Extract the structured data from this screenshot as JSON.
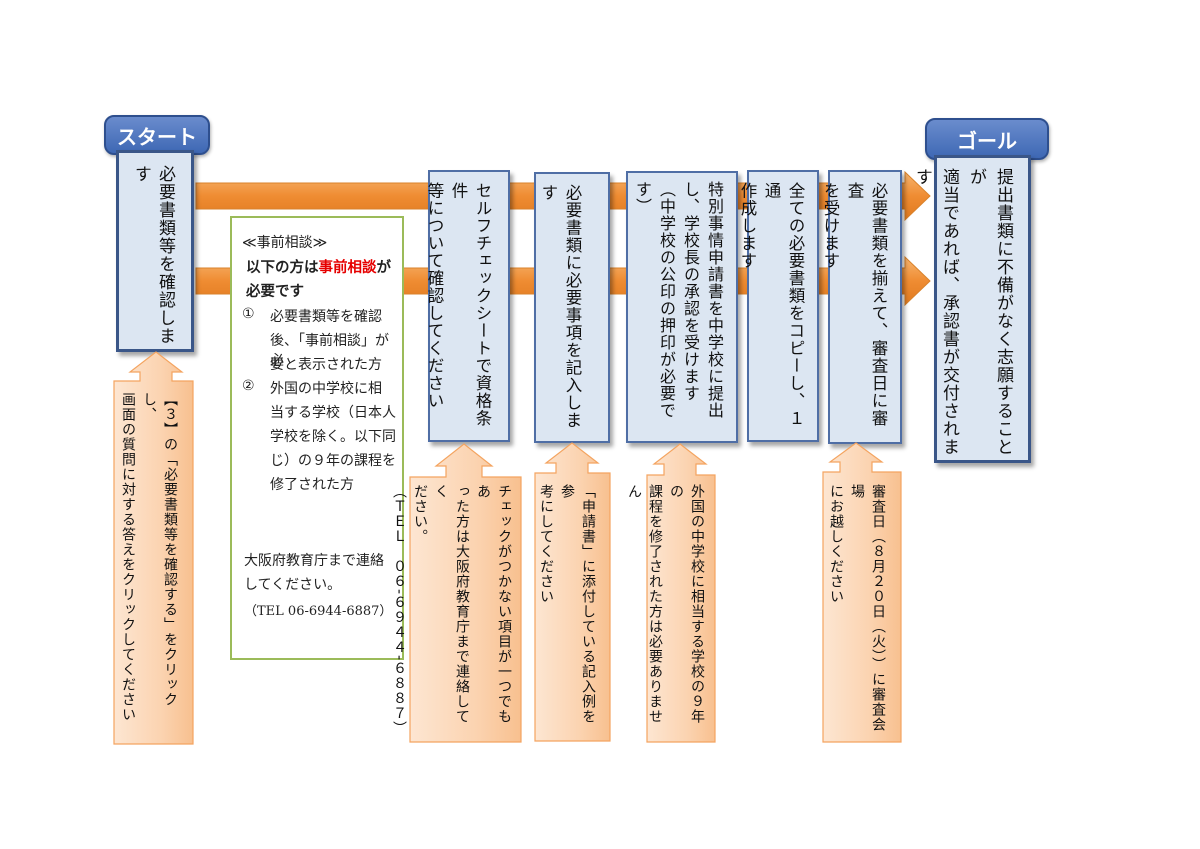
{
  "start_label": "スタート",
  "goal_label": "ゴール",
  "steps": [
    "必要書類等を確認します",
    "セルフチェックシートで資格条件\n等について確認してください",
    "必要書類に必要事項を記入します",
    "特別事情申請書を中学校に提出\nし、学校長の承認を受けます\n（中学校の公印の押印が必要です）",
    "全ての必要書類をコピーし、１通\n作成します",
    "必要書類を揃えて、審査日に審査\nを受けます",
    "提出書類に不備がなく志願することが\n適当であれば、承認書が交付されます"
  ],
  "notes": [
    "【３】の「必要書類等を確認する」をクリックし、\n画面の質問に対する答えをクリックしてください",
    "チェックがつかない項目が一つでもあ\nった方は大阪府教育庁まで連絡してく\nださい。\n（ＴＥＬ　０６-６９４４-６８８７）",
    "「申請書」に添付している記入例を参\n考にしてください",
    "外国の中学校に相当する学校の９年の\n課程を修了された方は必要ありません",
    "審査日（８月２０日（火））に審査会場\nにお越しください"
  ],
  "consultation": {
    "heading": "≪事前相談≫",
    "lead_1": "以下の方は",
    "lead_highlight": "事前相談",
    "lead_2": "が",
    "lead_3": "必要です",
    "item1_num": "①",
    "item1_l1": "必要書類等を確認",
    "item1_l2": "後、「事前相談」が必",
    "item1_l3": "要と表示された方",
    "item2_num": "②",
    "item2_l1": "外国の中学校に相",
    "item2_l2": "当する学校（日本人",
    "item2_l3": "学校を除く。以下同",
    "item2_l4": "じ）の９年の課程を",
    "item2_l5": "修了された方",
    "contact_l1": "大阪府教育庁まで連絡",
    "contact_l2": "してください。",
    "contact_tel": "（TEL 06-6944-6887）"
  },
  "colors": {
    "step_fill": "#dce6f2",
    "step_border": "#4f6ea5",
    "tag_fill": "#4f79c0",
    "arrow_orange": "#f19a3e",
    "note_fill": "#fbd5b5",
    "note_border": "#f4a460",
    "consult_border": "#9bbb59",
    "highlight_red": "#e60000"
  }
}
